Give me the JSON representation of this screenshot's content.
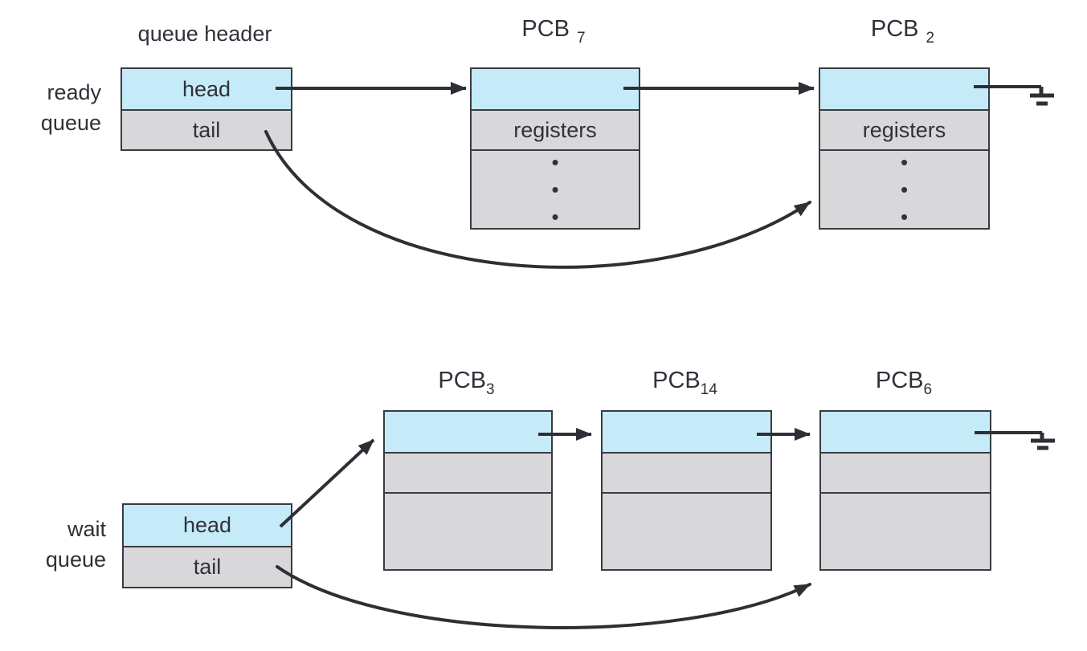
{
  "diagram": {
    "queue_header_label": "queue header",
    "ready_queue": {
      "label_line1": "ready",
      "label_line2": "queue",
      "head_label": "head",
      "tail_label": "tail"
    },
    "wait_queue": {
      "label_line1": "wait",
      "label_line2": "queue",
      "head_label": "head",
      "tail_label": "tail"
    },
    "pcbs": {
      "pcb7": {
        "base": "PCB",
        "sub": "7",
        "registers_label": "registers"
      },
      "pcb2": {
        "base": "PCB",
        "sub": "2",
        "registers_label": "registers"
      },
      "pcb3": {
        "base": "PCB",
        "sub": "3"
      },
      "pcb14": {
        "base": "PCB",
        "sub": "14"
      },
      "pcb6": {
        "base": "PCB",
        "sub": "6"
      }
    },
    "dot_glyph": "•",
    "icons": {
      "null_terminator": "electrical-ground-null-pointer-icon",
      "arrowhead": "solid-triangle-arrowhead"
    },
    "colors": {
      "background": "#ffffff",
      "pointer_row_fill": "#c5ebf9",
      "data_row_fill": "#d8d8da",
      "border": "#3a3b42",
      "line": "#2e2f36",
      "text": "#30313a"
    }
  }
}
